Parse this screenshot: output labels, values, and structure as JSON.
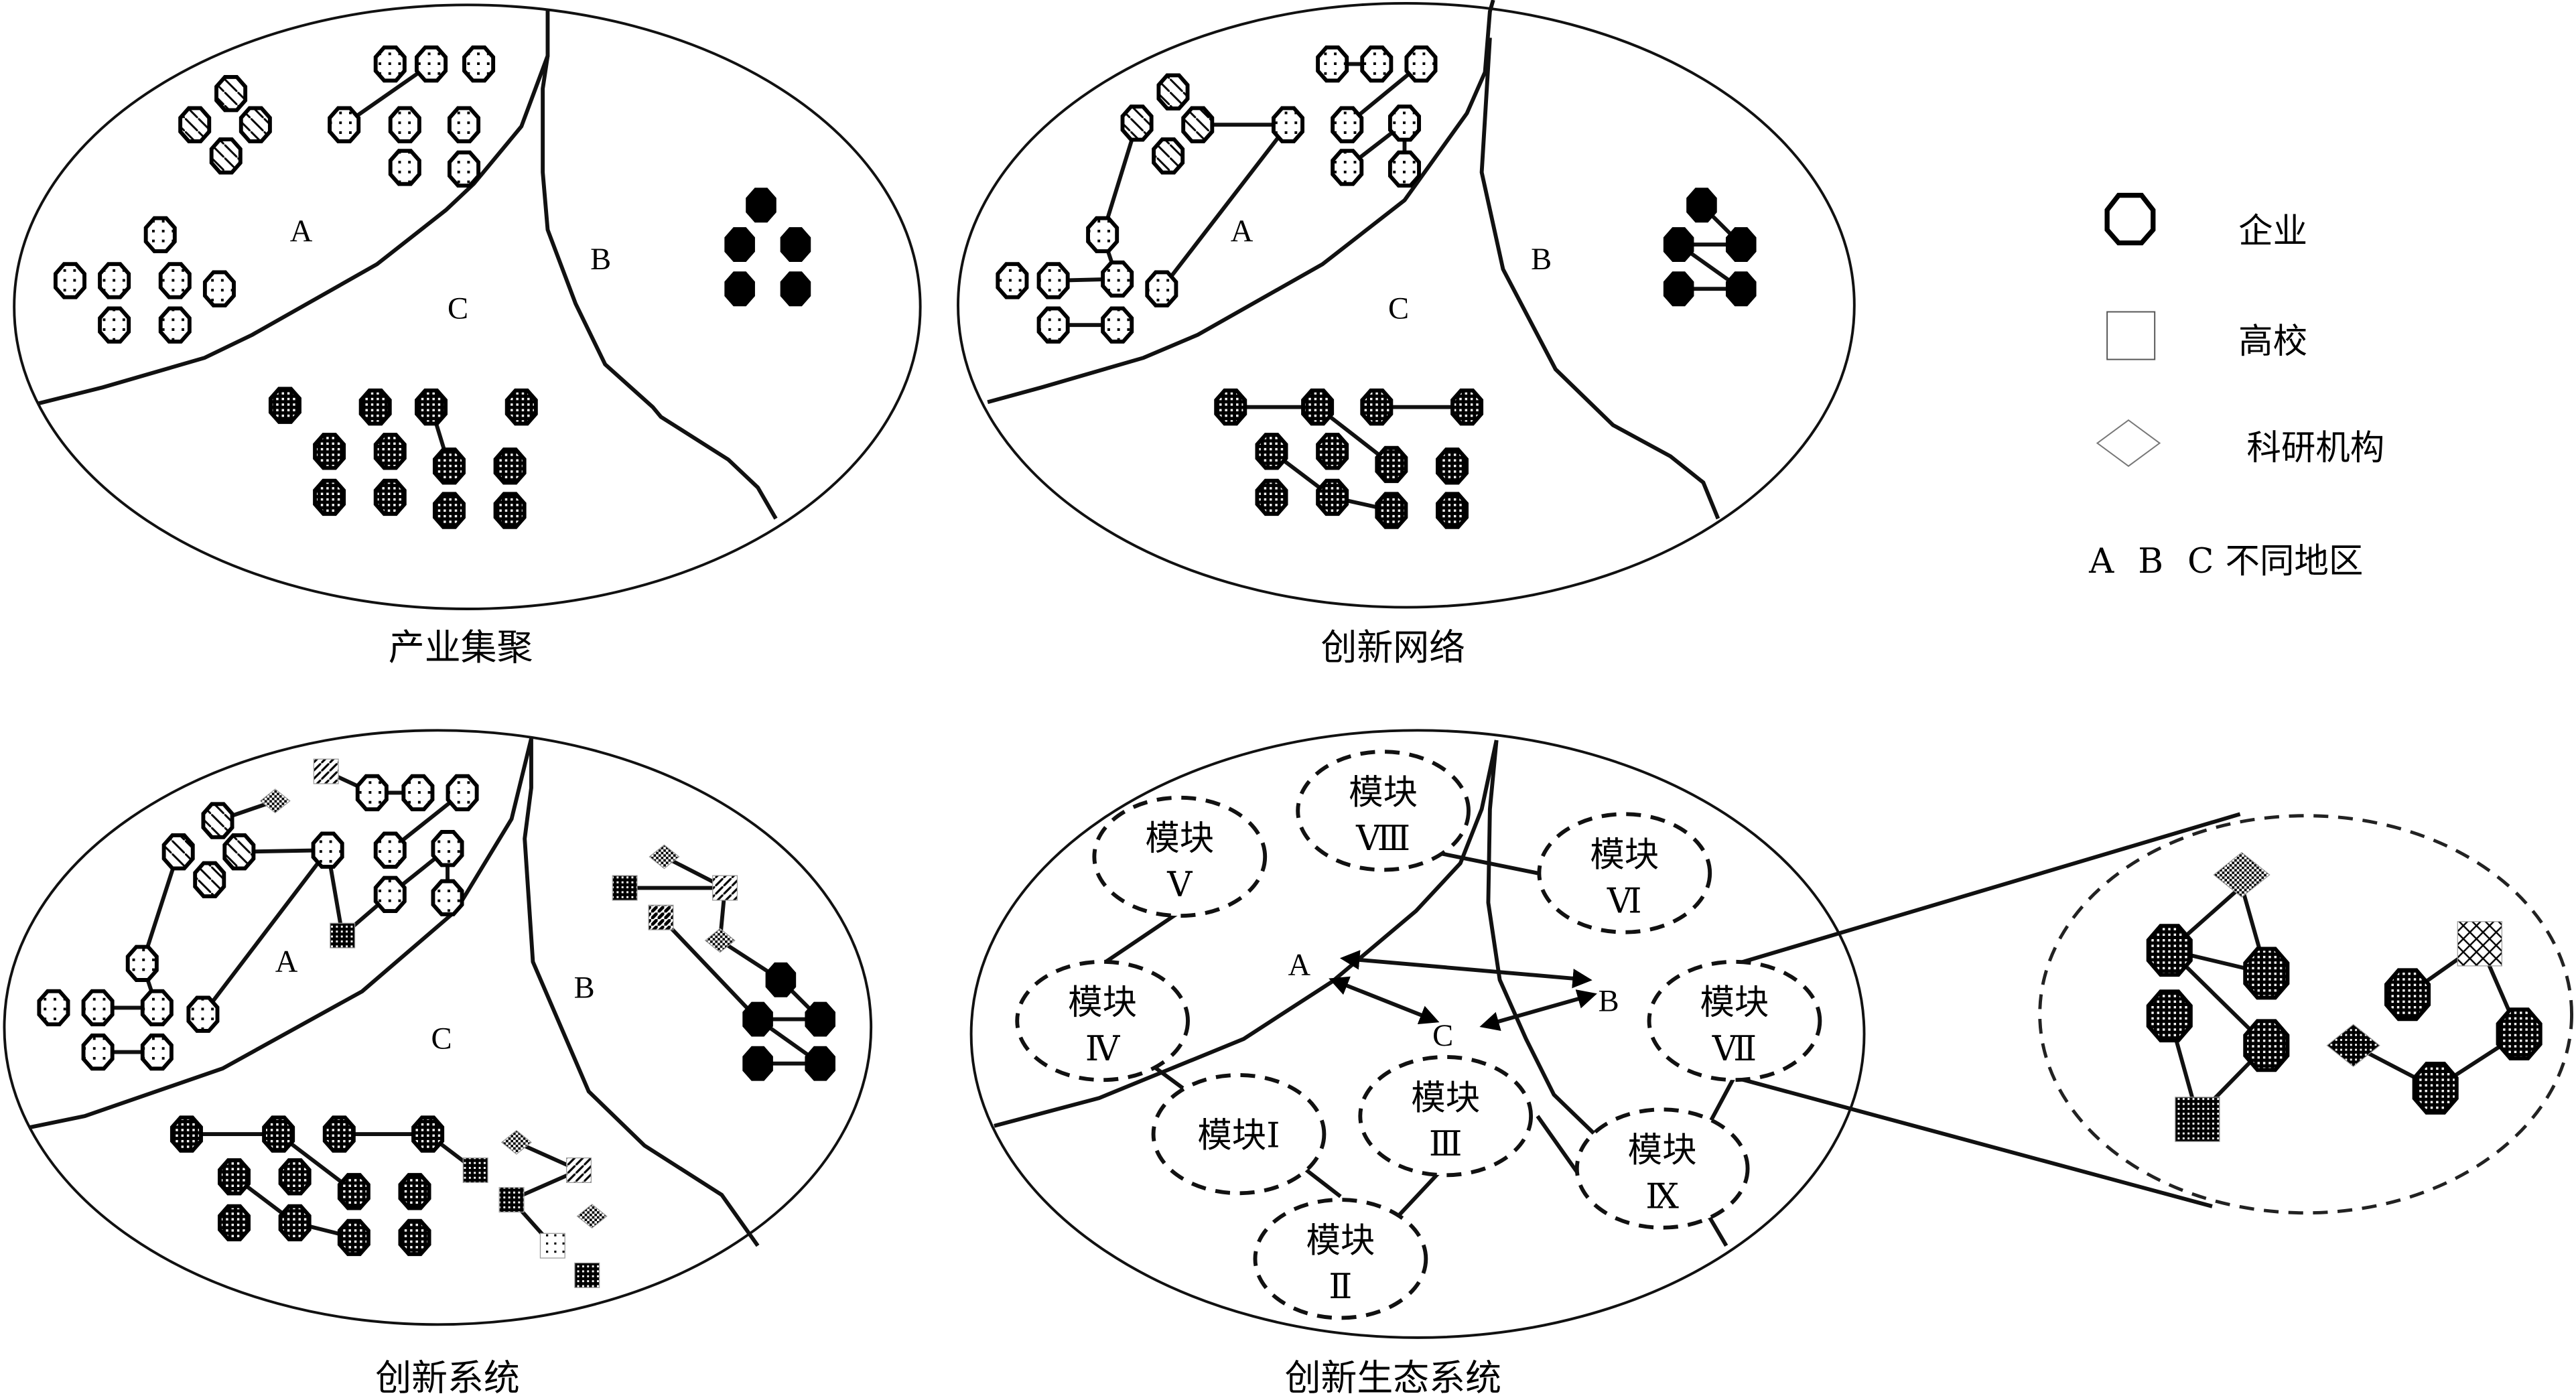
{
  "panels": [
    {
      "caption": "产业集聚"
    },
    {
      "caption": "创新网络"
    },
    {
      "caption": "创新系统"
    },
    {
      "caption": "创新生态系统"
    }
  ],
  "regions": {
    "a": "A",
    "b": "B",
    "c": "C"
  },
  "module_word": "模块",
  "modules": {
    "i": "Ⅰ",
    "ii": "Ⅱ",
    "iii": "Ⅲ",
    "iv": "Ⅳ",
    "v": "Ⅴ",
    "vi": "Ⅵ",
    "vii": "Ⅶ",
    "viii": "Ⅷ",
    "ix": "Ⅸ"
  },
  "legend": {
    "enterprise": "企业",
    "university": "高校",
    "research_institute": "科研机构",
    "regions_key": "A B C",
    "regions_label": "不同地区"
  },
  "icons": {
    "enterprise": "octagon-icon",
    "university": "square-icon",
    "research_institute": "diamond-icon"
  }
}
